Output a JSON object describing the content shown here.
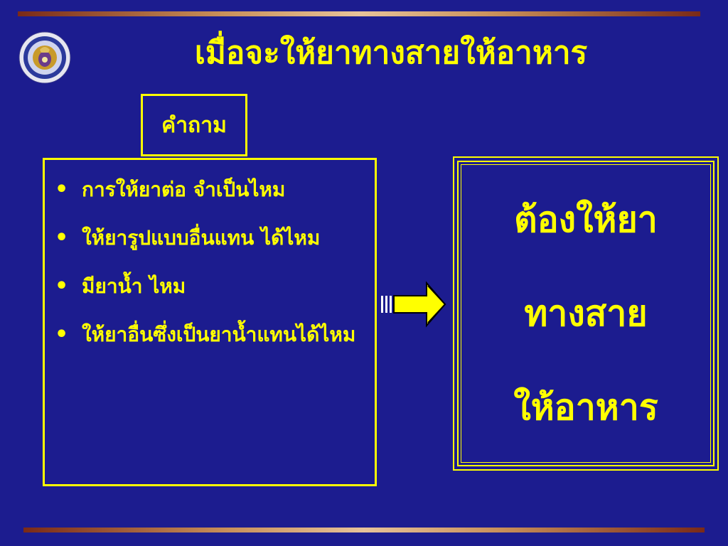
{
  "slide": {
    "title": "เมื่อจะให้ยาทางสายให้อาหาร",
    "question_label": "คำถาม",
    "questions": [
      "การให้ยาต่อ จำเป็นไหม",
      "ให้ยารูปแบบอื่นแทน ได้ไหม",
      "มียาน้ำ ไหม",
      "ให้ยาอื่นซึ่งเป็นยาน้ำแทนได้ไหม"
    ],
    "answer_lines": [
      "ต้องให้ยา",
      "ทางสาย",
      "ให้อาหาร"
    ],
    "bullet": "•"
  },
  "icons": {
    "logo": "university-seal-icon",
    "arrow": "right-arrow-icon"
  },
  "colors": {
    "background": "#1c1c8f",
    "text": "#ffff00",
    "rule": "#c9905a"
  }
}
